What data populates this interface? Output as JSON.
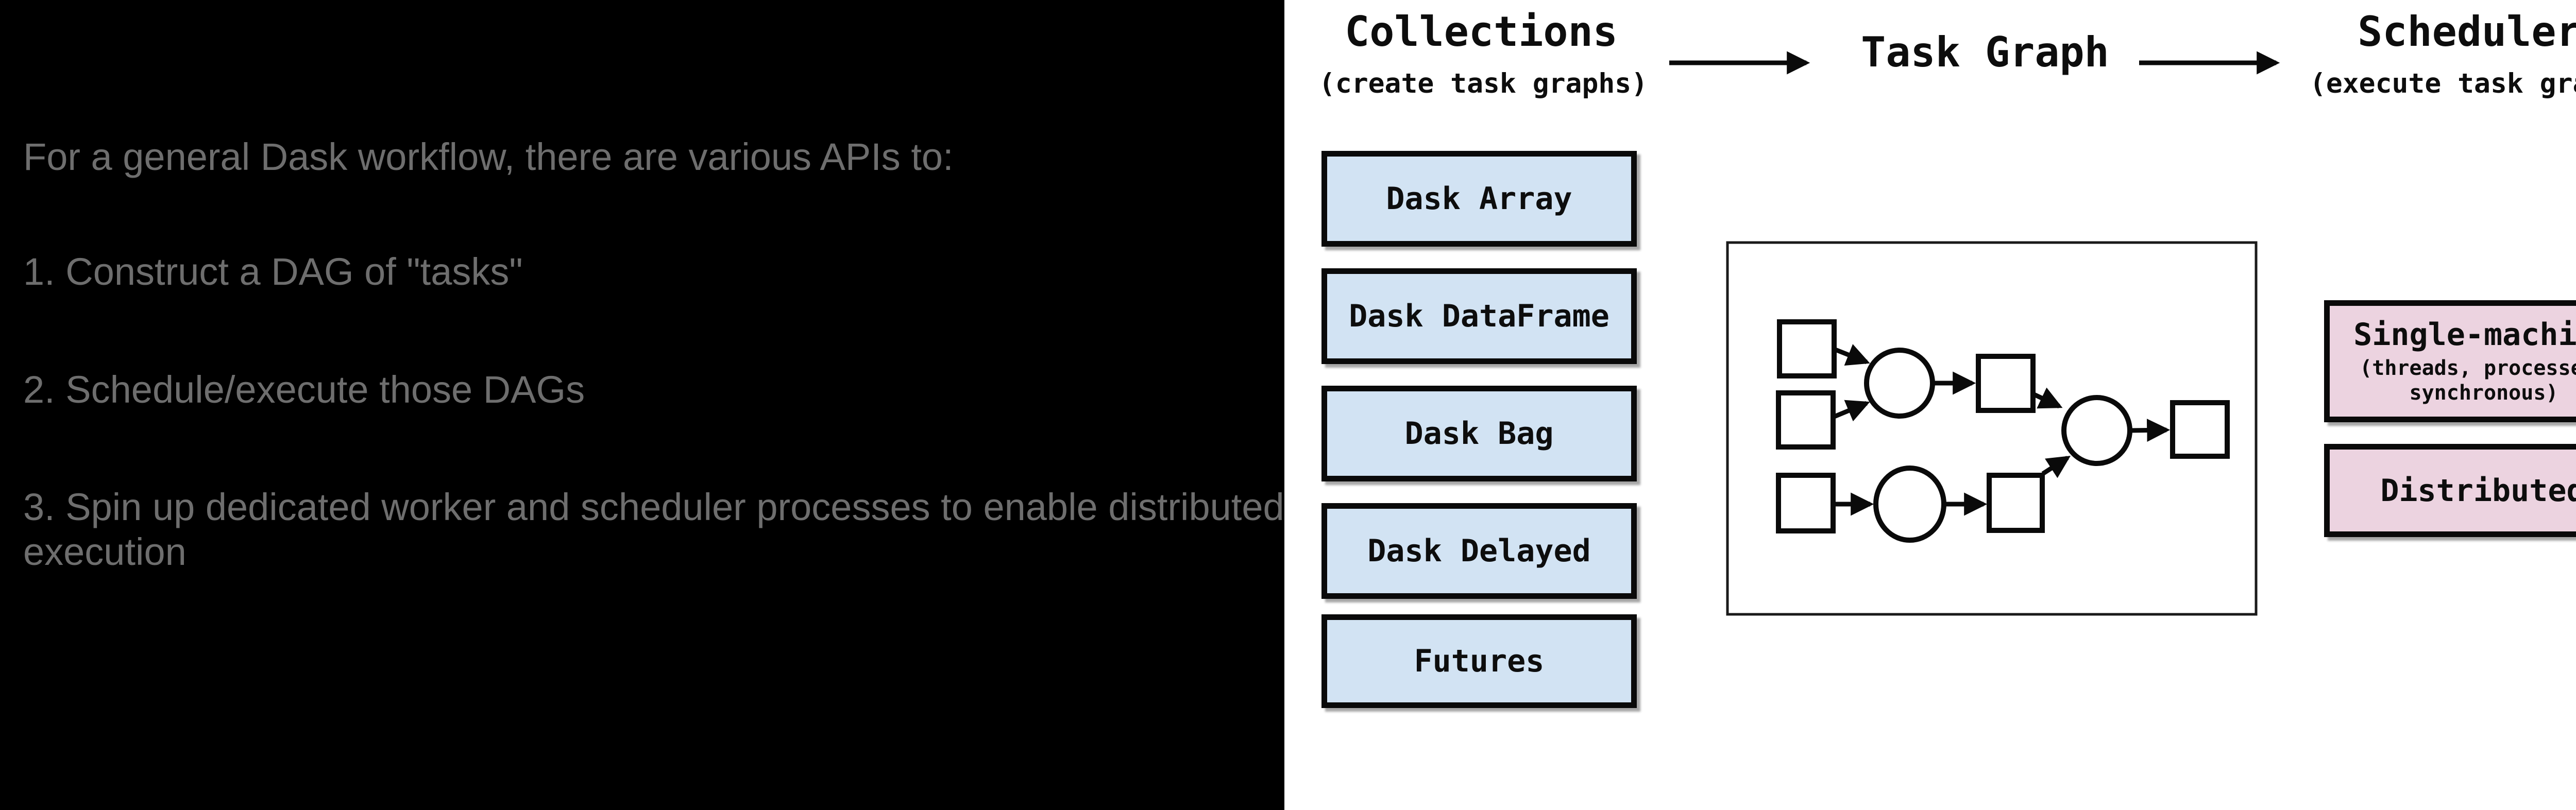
{
  "left_panel": {
    "intro": "For a general Dask workflow, there are various APIs to:",
    "items": [
      "1. Construct a DAG of \"tasks\"",
      "2. Schedule/execute those DAGs",
      "3. Spin up dedicated worker and scheduler processes to enable distributed execution"
    ],
    "text_color": "#6e6e6e",
    "background": "#000000"
  },
  "diagram": {
    "pipeline": {
      "collections_title": "Collections",
      "collections_subtitle": "(create task graphs)",
      "task_graph_title": "Task Graph",
      "schedulers_title": "Schedulers",
      "schedulers_subtitle": "(execute task graphs)"
    },
    "collection_boxes": [
      "Dask Array",
      "Dask DataFrame",
      "Dask Bag",
      "Dask Delayed",
      "Futures"
    ],
    "scheduler_boxes": {
      "single_machine": {
        "title": "Single-machine",
        "subtitle": "(threads, processes, synchronous)"
      },
      "distributed": {
        "title": "Distributed"
      }
    },
    "task_graph": {
      "nodes": [
        {
          "id": "input-1",
          "shape": "square"
        },
        {
          "id": "input-2",
          "shape": "square"
        },
        {
          "id": "input-3",
          "shape": "square"
        },
        {
          "id": "op-1",
          "shape": "circle"
        },
        {
          "id": "op-2",
          "shape": "circle"
        },
        {
          "id": "result-1",
          "shape": "square"
        },
        {
          "id": "result-2",
          "shape": "square"
        },
        {
          "id": "op-3",
          "shape": "circle"
        },
        {
          "id": "output",
          "shape": "square"
        }
      ],
      "edges": [
        [
          "input-1",
          "op-1"
        ],
        [
          "input-2",
          "op-1"
        ],
        [
          "op-1",
          "result-1"
        ],
        [
          "result-1",
          "op-3"
        ],
        [
          "input-3",
          "op-2"
        ],
        [
          "op-2",
          "result-2"
        ],
        [
          "result-2",
          "op-3"
        ],
        [
          "op-3",
          "output"
        ]
      ]
    },
    "colors": {
      "collection_fill": "#d2e3f3",
      "scheduler_fill": "#ecd3e0",
      "stroke": "#0a0a0a",
      "panel_background": "#ffffff"
    }
  }
}
